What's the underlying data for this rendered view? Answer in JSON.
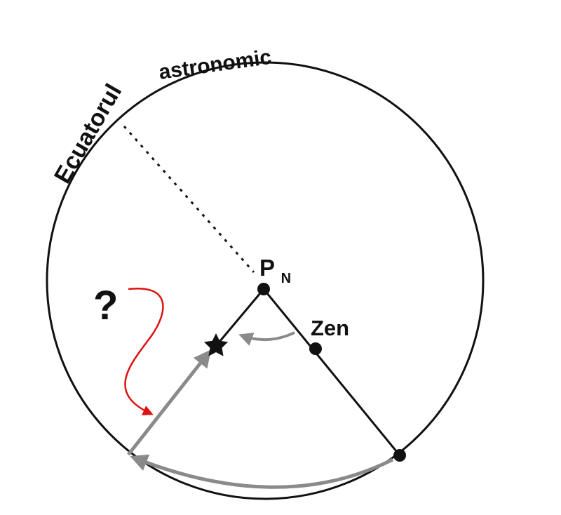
{
  "labels": {
    "equator_word1": "Ecuatorul",
    "equator_word2": "astronomic",
    "pole": "P",
    "pole_subscript": "N",
    "zenith": "Zen",
    "question": "?"
  },
  "colors": {
    "ink": "#111111",
    "arrow_gray": "#8a8a8a",
    "question_red": "#dd1111"
  }
}
